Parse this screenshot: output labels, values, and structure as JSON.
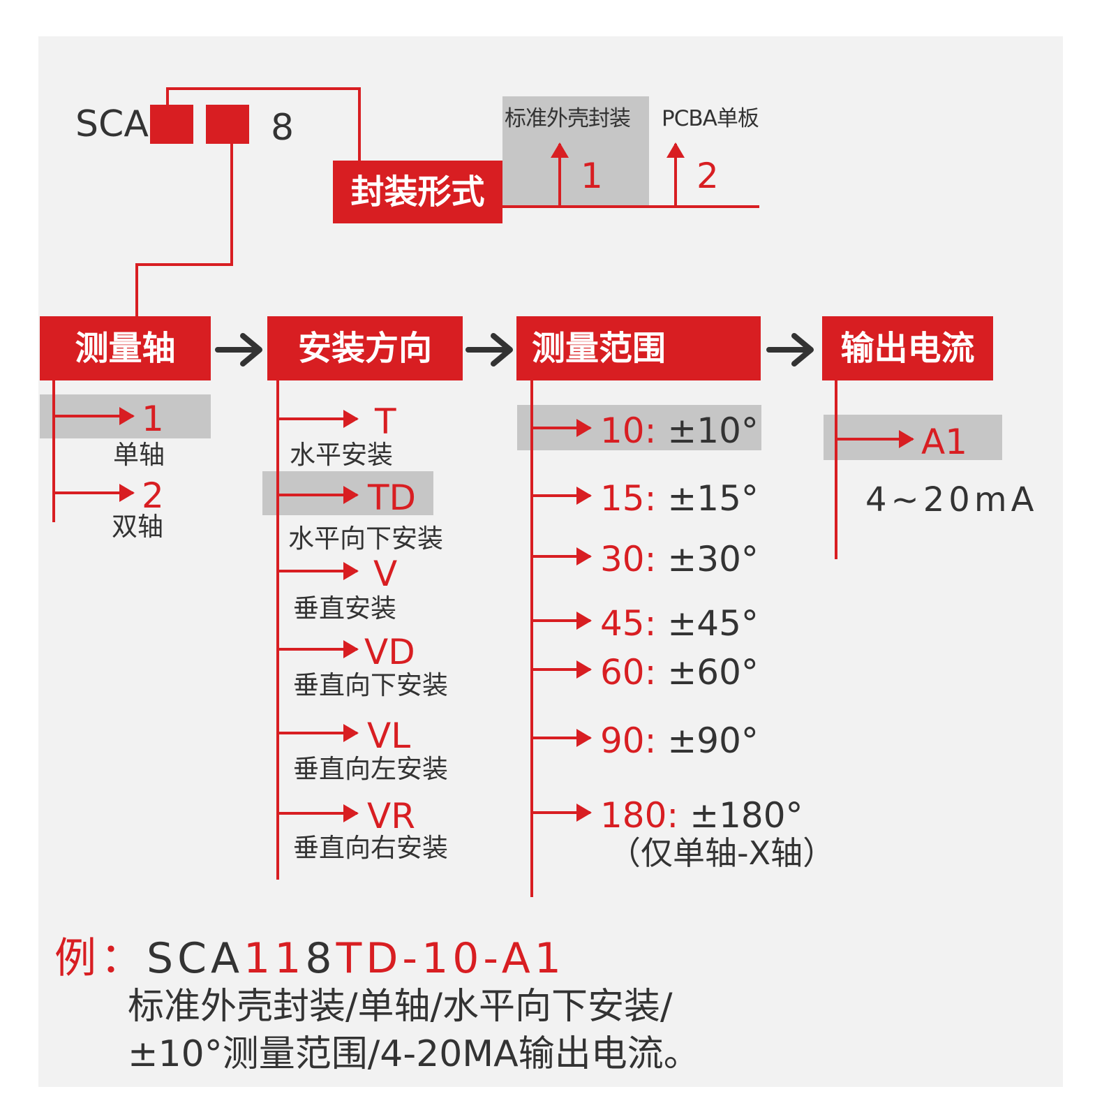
{
  "colors": {
    "accent": "#d81e22",
    "text": "#333333",
    "highlight": "#c6c6c6",
    "panel": "#f2f2f2"
  },
  "model": {
    "prefix": "SCA",
    "suffix": "8"
  },
  "package": {
    "title": "封装形式",
    "options": [
      {
        "code": "1",
        "label": "标准外壳封装"
      },
      {
        "code": "2",
        "label": "PCBA单板"
      }
    ]
  },
  "axis": {
    "title": "测量轴",
    "options": [
      {
        "code": "1",
        "label": "单轴"
      },
      {
        "code": "2",
        "label": "双轴"
      }
    ]
  },
  "mount": {
    "title": "安装方向",
    "options": [
      {
        "code": "T",
        "label": "水平安装"
      },
      {
        "code": "TD",
        "label": "水平向下安装"
      },
      {
        "code": "V",
        "label": "垂直安装"
      },
      {
        "code": "VD",
        "label": "垂直向下安装"
      },
      {
        "code": "VL",
        "label": "垂直向左安装"
      },
      {
        "code": "VR",
        "label": "垂直向右安装"
      }
    ]
  },
  "range": {
    "title": "测量范围",
    "options": [
      {
        "code": "10:",
        "value": "±10°"
      },
      {
        "code": "15:",
        "value": "±15°"
      },
      {
        "code": "30:",
        "value": "±30°"
      },
      {
        "code": "45:",
        "value": "±45°"
      },
      {
        "code": "60:",
        "value": "±60°"
      },
      {
        "code": "90:",
        "value": "±90°"
      },
      {
        "code": "180:",
        "value": "±180°",
        "note": "（仅单轴-X轴）"
      }
    ]
  },
  "output": {
    "title": "输出电流",
    "options": [
      {
        "code": "A1",
        "label": "4~20mA"
      }
    ]
  },
  "example": {
    "label": "例：",
    "code_dark": "SCA",
    "code_mid": "11",
    "code_dark2": "8",
    "code_rest": "TD-10-A1",
    "line1": "标准外壳封装/单轴/水平向下安装/",
    "line2": "±10°测量范围/4-20MA输出电流。"
  }
}
